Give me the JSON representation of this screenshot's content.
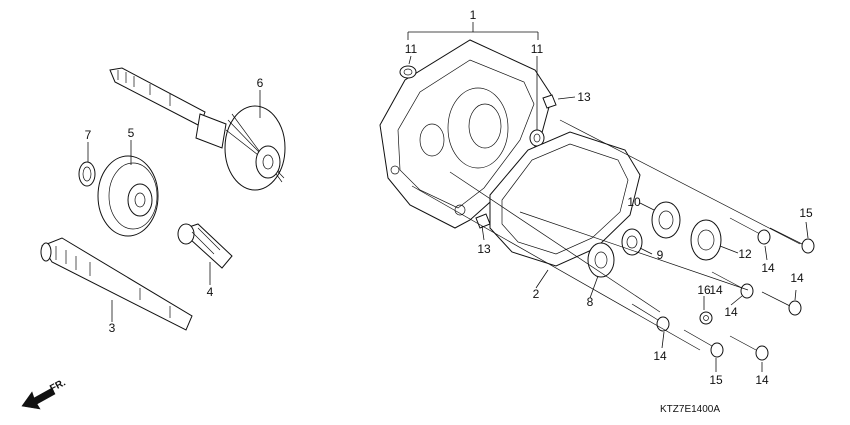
{
  "diagram_code": "KTZ7E1400A",
  "direction_label": "FR.",
  "direction_icon": "front-arrow-icon",
  "callouts": [
    "1",
    "2",
    "3",
    "4",
    "5",
    "6",
    "7",
    "8",
    "9",
    "10",
    "11",
    "11",
    "12",
    "13",
    "13",
    "14",
    "14",
    "14",
    "14",
    "14",
    "14",
    "15",
    "15",
    "16"
  ]
}
